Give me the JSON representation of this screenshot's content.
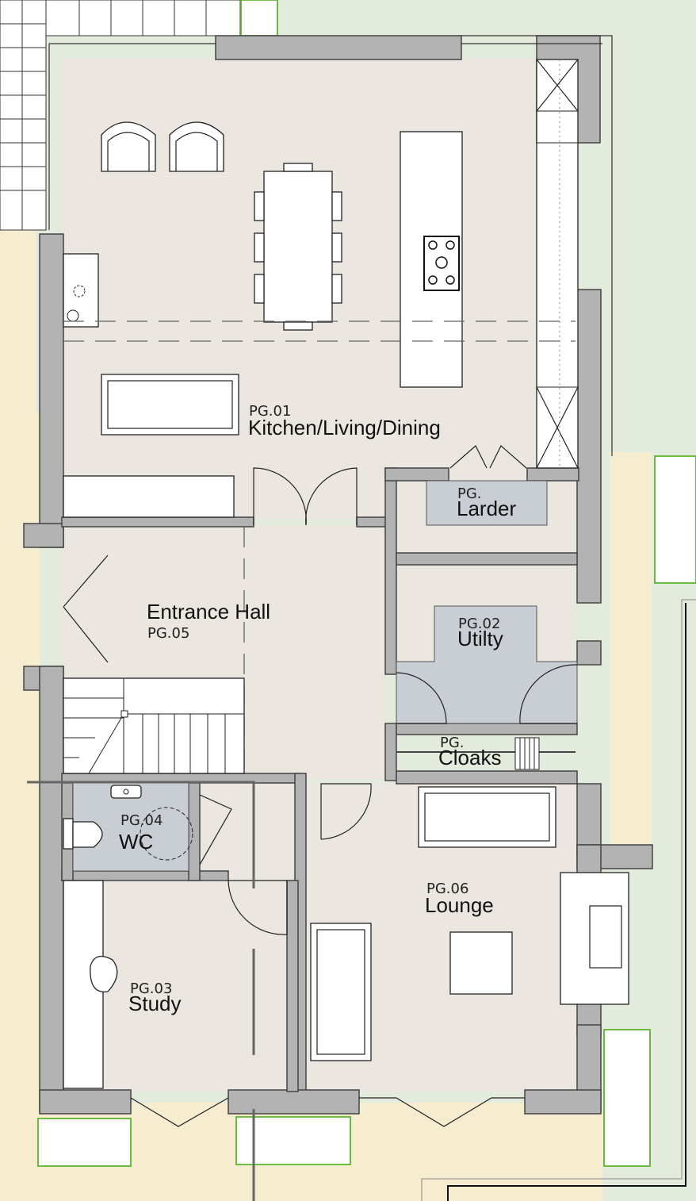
{
  "rooms": {
    "kitchen": {
      "code": "PG.01",
      "name": "Kitchen/Living/Dining"
    },
    "larder": {
      "code": "PG.",
      "name": "Larder"
    },
    "utility": {
      "code": "PG.02",
      "name": "Utilty"
    },
    "cloaks": {
      "code": "PG.",
      "name": "Cloaks"
    },
    "entrance": {
      "code": "PG.05",
      "name": "Entrance Hall"
    },
    "wc": {
      "code": "PG.04",
      "name": "WC"
    },
    "study": {
      "code": "PG.03",
      "name": "Study"
    },
    "lounge": {
      "code": "PG.06",
      "name": "Lounge"
    }
  },
  "colors": {
    "floor": "#ebe6df",
    "wall": "#b3b3b3",
    "wet_room": "#c8ced3",
    "lawn": "#e3ebdd",
    "gravel": "#f6ecd0",
    "hedge": "#5ab52a"
  }
}
